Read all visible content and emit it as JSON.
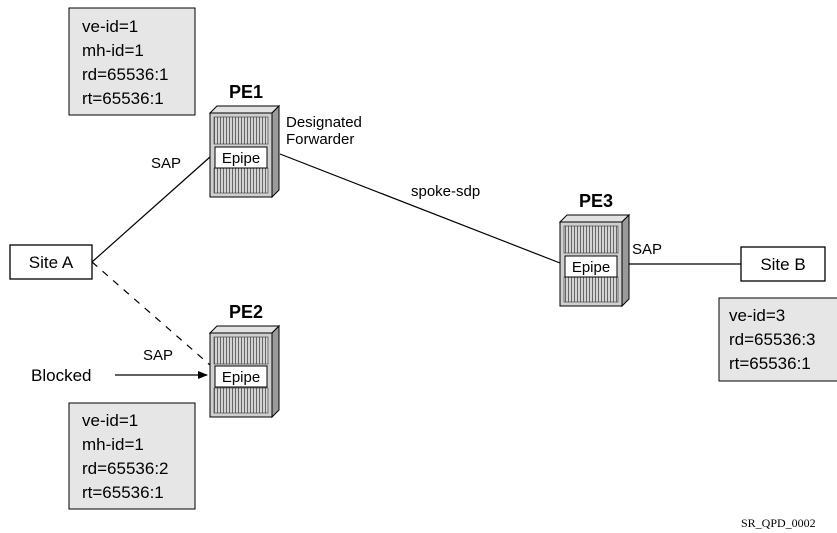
{
  "colors": {
    "info_box_fill": "#e6e6e6",
    "router_body": "#cfcfcf",
    "router_top": "#e2e2e2",
    "router_side": "#9a9a9a",
    "line": "#000000"
  },
  "nodes": {
    "pe1": {
      "label": "PE1",
      "service": "Epipe",
      "role": [
        "Designated",
        "Forwarder"
      ]
    },
    "pe2": {
      "label": "PE2",
      "service": "Epipe"
    },
    "pe3": {
      "label": "PE3",
      "service": "Epipe"
    }
  },
  "sites": {
    "a": {
      "label": "Site A"
    },
    "b": {
      "label": "Site B"
    }
  },
  "links": {
    "site_a_pe1": {
      "label": "SAP",
      "style": "solid"
    },
    "site_a_pe2": {
      "label": "SAP",
      "style": "dashed"
    },
    "pe1_pe3": {
      "label": "spoke-sdp",
      "style": "solid"
    },
    "pe3_site_b": {
      "label": "SAP",
      "style": "solid"
    }
  },
  "blocked": {
    "label": "Blocked"
  },
  "info_boxes": {
    "pe1": {
      "lines": [
        "ve-id=1",
        "mh-id=1",
        "rd=65536:1",
        "rt=65536:1"
      ]
    },
    "pe2": {
      "lines": [
        "ve-id=1",
        "mh-id=1",
        "rd=65536:2",
        "rt=65536:1"
      ]
    },
    "pe3": {
      "lines": [
        "ve-id=3",
        "rd=65536:3",
        "rt=65536:1"
      ]
    }
  },
  "footer": {
    "figure_id": "SR_QPD_0002"
  }
}
